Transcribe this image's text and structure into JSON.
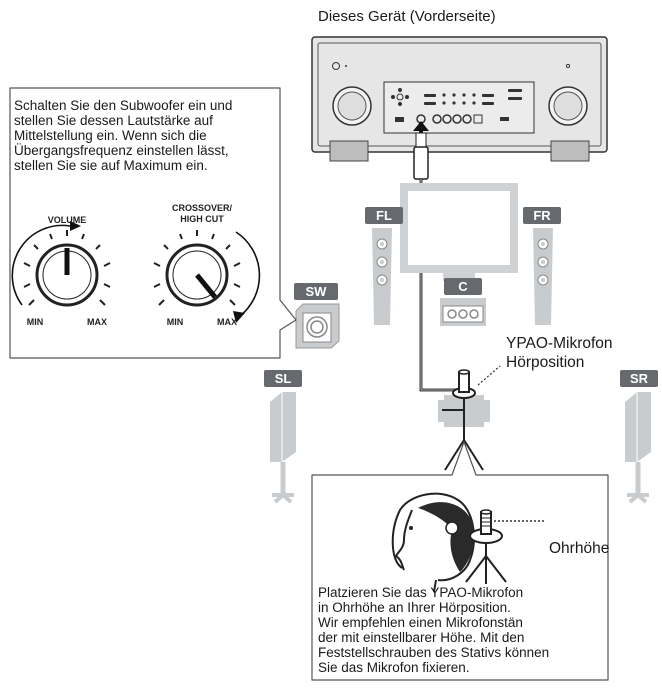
{
  "device_caption": "Dieses Gerät (Vorderseite)",
  "subwoofer_note": "Schalten Sie den Subwoofer ein und stellen Sie dessen Lautstärke auf Mittelstellung ein. Wenn sich die Übergangsfrequenz einstellen lässt, stellen Sie sie auf Maximum ein.",
  "knobs": {
    "volume": {
      "label": "VOLUME",
      "min": "MIN",
      "max": "MAX"
    },
    "crossover": {
      "label_line1": "CROSSOVER/",
      "label_line2": "HIGH CUT",
      "min": "MIN",
      "max": "MAX"
    }
  },
  "speakers": {
    "fl": "FL",
    "fr": "FR",
    "c": "C",
    "sw": "SW",
    "sl": "SL",
    "sr": "SR"
  },
  "microphone": {
    "name": "YPAO-Mikrofon",
    "position": "Hörposition"
  },
  "ear_height": "Ohrhöhe",
  "placement_note": [
    "Platzieren Sie das YPAO-Mikrofon",
    "in Ohrhöhe an Ihrer Hörposition.",
    "Wir empfehlen einen Mikrofonstän",
    "der mit einstellbarer Höhe. Mit den",
    "Feststellschrauben des Stativs können",
    "Sie das Mikrofon fixieren."
  ],
  "colors": {
    "speaker_gray": "#c9ccce",
    "tag_gray": "#666a6e",
    "device_gray": "#dcdcdc",
    "line": "#222222"
  }
}
